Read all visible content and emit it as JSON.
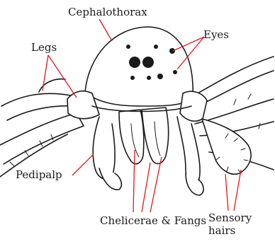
{
  "labels": {
    "cephalothorax": "Cephalothorax",
    "eyes": "Eyes",
    "legs": "Legs",
    "pedipalp": "Pedipalp",
    "chelicerae": "Chelicerae & Fangs",
    "sensory_line1": "Sensory",
    "sensory_line2": "hairs"
  },
  "colors": {
    "leader_line": "#e0191b",
    "ink": "#1a1a1a",
    "background": "#ffffff"
  }
}
